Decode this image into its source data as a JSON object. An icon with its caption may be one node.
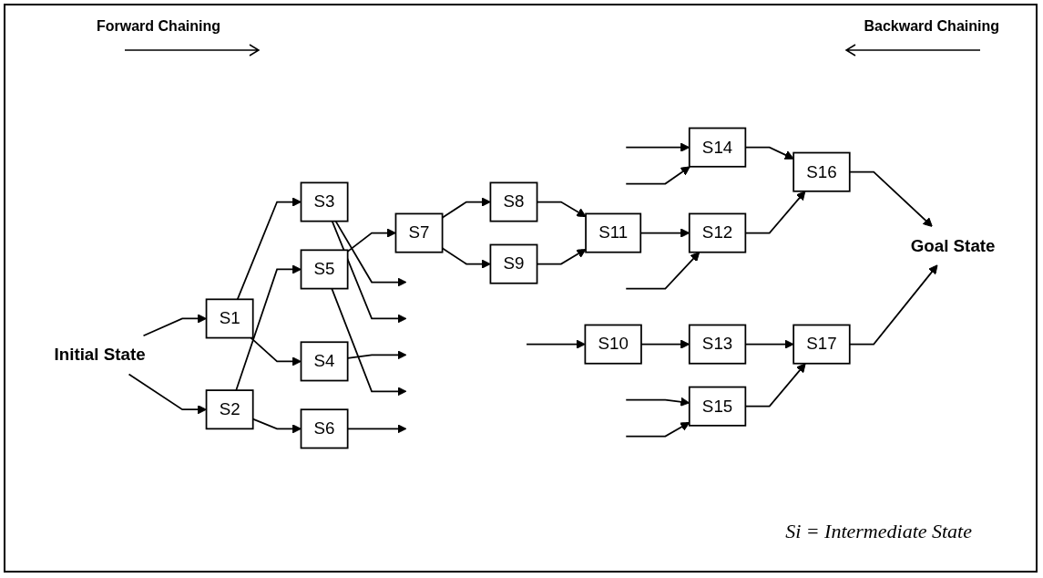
{
  "diagram": {
    "nodes": [
      {
        "text": [
          "Initial State"
        ]
      },
      {
        "text": [
          "S1"
        ]
      },
      {
        "text": [
          "S2"
        ]
      },
      {
        "text": [
          "S3"
        ]
      },
      {
        "text": [
          "S4"
        ]
      },
      {
        "text": [
          "S5"
        ]
      },
      {
        "text": [
          "S6"
        ]
      },
      {
        "text": [
          "S7"
        ]
      },
      {
        "text": [
          "S8"
        ]
      },
      {
        "text": [
          "S9"
        ]
      },
      {
        "text": [
          "S10"
        ]
      },
      {
        "text": [
          "S11"
        ]
      },
      {
        "text": [
          "S12"
        ]
      },
      {
        "text": [
          "S13"
        ]
      },
      {
        "text": [
          "S14"
        ]
      },
      {
        "text": [
          "S15"
        ]
      },
      {
        "text": [
          "S16"
        ]
      },
      {
        "text": [
          "S17"
        ]
      },
      {
        "text": [
          "Goal State"
        ]
      }
    ],
    "edges": [
      {
        "from": 0,
        "to": 1,
        "arrow": "to"
      },
      {
        "from": 0,
        "to": 2,
        "arrow": "to"
      },
      {
        "from": 1,
        "to": 3,
        "arrow": "to"
      },
      {
        "from": 1,
        "to": 4,
        "arrow": "to"
      },
      {
        "from": 2,
        "to": 5,
        "arrow": "to"
      },
      {
        "from": 2,
        "to": 6,
        "arrow": "to"
      },
      {
        "from": 3,
        "to": null,
        "arrow": "to"
      },
      {
        "from": 3,
        "to": null,
        "arrow": "to"
      },
      {
        "from": 4,
        "to": null,
        "arrow": "to"
      },
      {
        "from": 5,
        "to": 7,
        "arrow": "to"
      },
      {
        "from": 5,
        "to": null,
        "arrow": "to"
      },
      {
        "from": 6,
        "to": null,
        "arrow": "to"
      },
      {
        "from": 7,
        "to": 8,
        "arrow": "to"
      },
      {
        "from": 7,
        "to": 9,
        "arrow": "to"
      },
      {
        "from": 8,
        "to": 11,
        "arrow": "to"
      },
      {
        "from": 9,
        "to": 11,
        "arrow": "to"
      },
      {
        "from": 11,
        "to": 12,
        "arrow": "to"
      },
      {
        "from": null,
        "to": 14,
        "arrow": "to"
      },
      {
        "from": null,
        "to": 14,
        "arrow": "to"
      },
      {
        "from": null,
        "to": 12,
        "arrow": "to"
      },
      {
        "from": null,
        "to": 10,
        "arrow": "to"
      },
      {
        "from": 10,
        "to": 13,
        "arrow": "to"
      },
      {
        "from": 13,
        "to": 17,
        "arrow": "to"
      },
      {
        "from": null,
        "to": 15,
        "arrow": "to"
      },
      {
        "from": null,
        "to": 15,
        "arrow": "to"
      },
      {
        "from": 15,
        "to": 17,
        "arrow": "to"
      },
      {
        "from": 14,
        "to": 16,
        "arrow": "to"
      },
      {
        "from": 12,
        "to": 16,
        "arrow": "to"
      },
      {
        "from": 16,
        "to": 18,
        "arrow": "to"
      },
      {
        "from": 17,
        "to": 18,
        "arrow": "to"
      }
    ],
    "labels": [
      "Forward Chaining",
      "Backward Chaining",
      "Si = Intermediate State"
    ]
  }
}
